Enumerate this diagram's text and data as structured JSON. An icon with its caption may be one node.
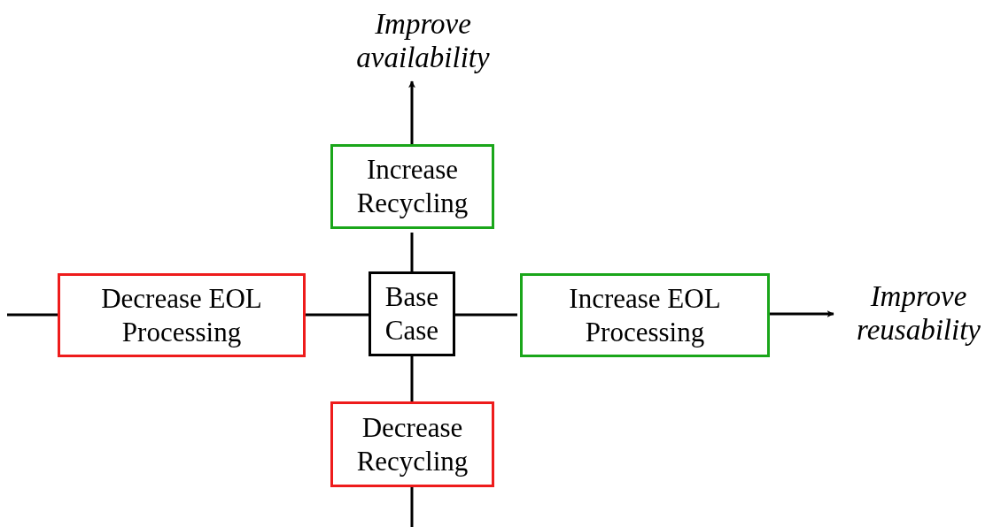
{
  "diagram": {
    "nodes": [
      {
        "text": [
          "Improve availability"
        ]
      },
      {
        "text": [
          "Increase Recycling"
        ]
      },
      {
        "text": [
          "Decrease EOL Processing"
        ]
      },
      {
        "text": [
          "Base Case"
        ]
      },
      {
        "text": [
          "Increase EOL Processing"
        ]
      },
      {
        "text": [
          "Improve reusability"
        ]
      },
      {
        "text": [
          "Decrease Recycling"
        ]
      }
    ],
    "edges": [
      {
        "from": 3,
        "to": 1,
        "arrow": "none"
      },
      {
        "from": 1,
        "to": 0,
        "arrow": "to"
      },
      {
        "from": 3,
        "to": 2,
        "arrow": "none"
      },
      {
        "from": 3,
        "to": 4,
        "arrow": "none"
      },
      {
        "from": 4,
        "to": 5,
        "arrow": "to"
      },
      {
        "from": 3,
        "to": 6,
        "arrow": "none"
      },
      {
        "from": 6,
        "to": null,
        "arrow": "none"
      },
      {
        "from": 2,
        "to": null,
        "arrow": "none"
      }
    ]
  }
}
